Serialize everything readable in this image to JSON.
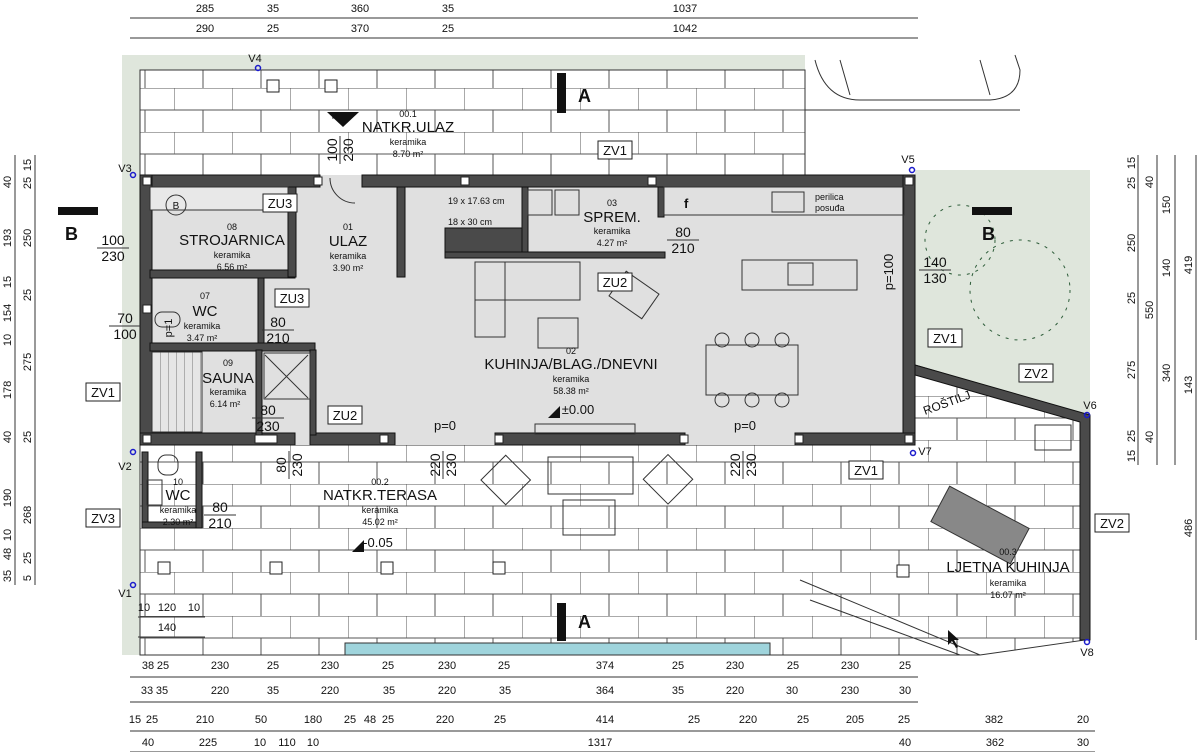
{
  "colors": {
    "wall": "#4a4a4a",
    "interior": "#e0e0e0",
    "garden": "#dfe6dc",
    "pool": "#9fd4dc",
    "vertex": "#1a1acc"
  },
  "dimensions": {
    "top_row1": [
      "285",
      "35",
      "360",
      "35",
      "1037"
    ],
    "top_row2": [
      "290",
      "25",
      "370",
      "25",
      "1042"
    ],
    "bottom_row1": [
      "38",
      "25",
      "230",
      "25",
      "230",
      "25",
      "230",
      "25",
      "374",
      "25",
      "230",
      "25",
      "230",
      "25"
    ],
    "bottom_row2": [
      "33",
      "35",
      "220",
      "35",
      "220",
      "35",
      "220",
      "35",
      "364",
      "35",
      "220",
      "30",
      "230",
      "30"
    ],
    "bottom_row3": [
      "15",
      "25",
      "210",
      "50",
      "180",
      "25",
      "48",
      "25",
      "220",
      "25",
      "414",
      "25",
      "220",
      "25",
      "205",
      "25",
      "382",
      "20"
    ],
    "bottom_row4": [
      "40",
      "225",
      "10",
      "110",
      "10",
      "1317",
      "40",
      "362",
      "30"
    ],
    "left_col1": [
      "40",
      "193",
      "15",
      "154",
      "10",
      "178",
      "40",
      "190",
      "10",
      "48",
      "35"
    ],
    "left_col2": [
      "15",
      "25",
      "250",
      "25",
      "275",
      "25",
      "268",
      "25",
      "5"
    ],
    "right_col1": [
      "15",
      "25",
      "250",
      "25",
      "275",
      "25",
      "15"
    ],
    "right_col2": [
      "40",
      "550",
      "40"
    ],
    "right_col3": [
      "150",
      "140",
      "340"
    ],
    "right_col4": [
      "419",
      "143",
      "486"
    ],
    "wc_width": [
      "10",
      "120",
      "10",
      "140"
    ]
  },
  "rooms": {
    "natkr_ulaz": {
      "number": "00.1",
      "name": "NATKR.ULAZ",
      "material": "keramika",
      "area": "8.70 m²"
    },
    "ulaz": {
      "number": "01",
      "name": "ULAZ",
      "material": "keramika",
      "area": "3.90 m²"
    },
    "kuhinja": {
      "number": "02",
      "name": "KUHINJA/BLAG./DNEVNI",
      "material": "keramika",
      "area": "58.38 m²"
    },
    "sprem": {
      "number": "03",
      "name": "SPREM.",
      "material": "keramika",
      "area": "4.27 m²"
    },
    "wc07": {
      "number": "07",
      "name": "WC",
      "material": "keramika",
      "area": "3.47 m²"
    },
    "strojarnica": {
      "number": "08",
      "name": "STROJARNICA",
      "material": "keramika",
      "area": "6.56 m²"
    },
    "sauna": {
      "number": "09",
      "name": "SAUNA",
      "material": "keramika",
      "area": "6.14 m²"
    },
    "wc10": {
      "number": "10",
      "name": "WC",
      "material": "keramika",
      "area": "2.30 m²"
    },
    "natkr_terasa": {
      "number": "00.2",
      "name": "NATKR.TERASA",
      "material": "keramika",
      "area": "45.02 m²"
    },
    "ljetna_kuhinja": {
      "number": "00.3",
      "name": "LJETNA KUHINJA",
      "material": "keramika",
      "area": "16.07 m²"
    }
  },
  "tags": {
    "zu3": "ZU3",
    "zu2": "ZU2",
    "zv1": "ZV1",
    "zv2": "ZV2",
    "zv3": "ZV3"
  },
  "openings": {
    "entry": [
      "100",
      "230"
    ],
    "strojarnica_door": [
      "100",
      "230"
    ],
    "wc07_window": [
      "70",
      "100"
    ],
    "wc07_door": [
      "80",
      "210"
    ],
    "sauna_door": [
      "80",
      "230"
    ],
    "sprem_door": [
      "80",
      "210"
    ],
    "kitchen_window": [
      "140",
      "130"
    ],
    "wc10_door": [
      "80",
      "210"
    ],
    "terrace_door": [
      "80",
      "230"
    ],
    "slide1": [
      "220",
      "230"
    ],
    "slide2": [
      "220",
      "230"
    ]
  },
  "annotations": {
    "parapet_zero": "p=0",
    "parapet_100": "p=100",
    "parapet_1": "p=1",
    "level_interior": "±0.00",
    "level_terrace": "-0.05",
    "stair1": "19 x 17.63 cm",
    "stair2": "18 x 30 cm",
    "dishwasher": [
      "perilica",
      "posuđa"
    ],
    "fridge": "f",
    "grill": "ROŠTILJ",
    "boiler": "B",
    "section_a": "A",
    "section_b": "B"
  },
  "vertices": [
    "V1",
    "V2",
    "V3",
    "V4",
    "V5",
    "V6",
    "V7",
    "V8"
  ]
}
